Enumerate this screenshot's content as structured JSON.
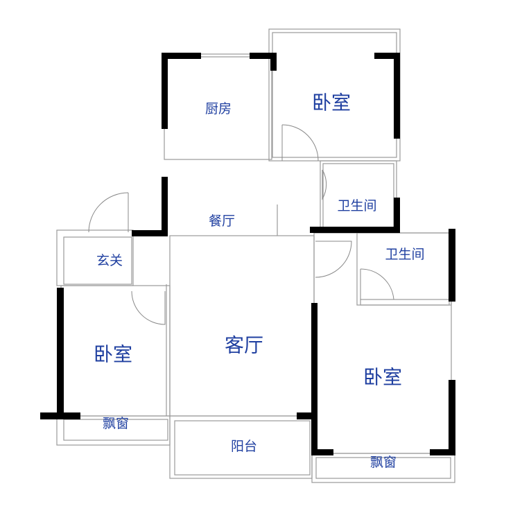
{
  "title": "Floor plan",
  "colors": {
    "label": "#1f3fa0",
    "wall": "#000000",
    "thin_wall": "#9a9a9a"
  },
  "rooms": {
    "kitchen": "厨房",
    "bedroom_top": "卧室",
    "bath_top": "卫生间",
    "dining": "餐厅",
    "entrance": "玄关",
    "bath_right": "卫生间",
    "bedroom_left": "卧室",
    "living": "客厅",
    "bedroom_right": "卧室",
    "bay_left": "飘窗",
    "balcony": "阳台",
    "bay_right": "飘窗"
  }
}
